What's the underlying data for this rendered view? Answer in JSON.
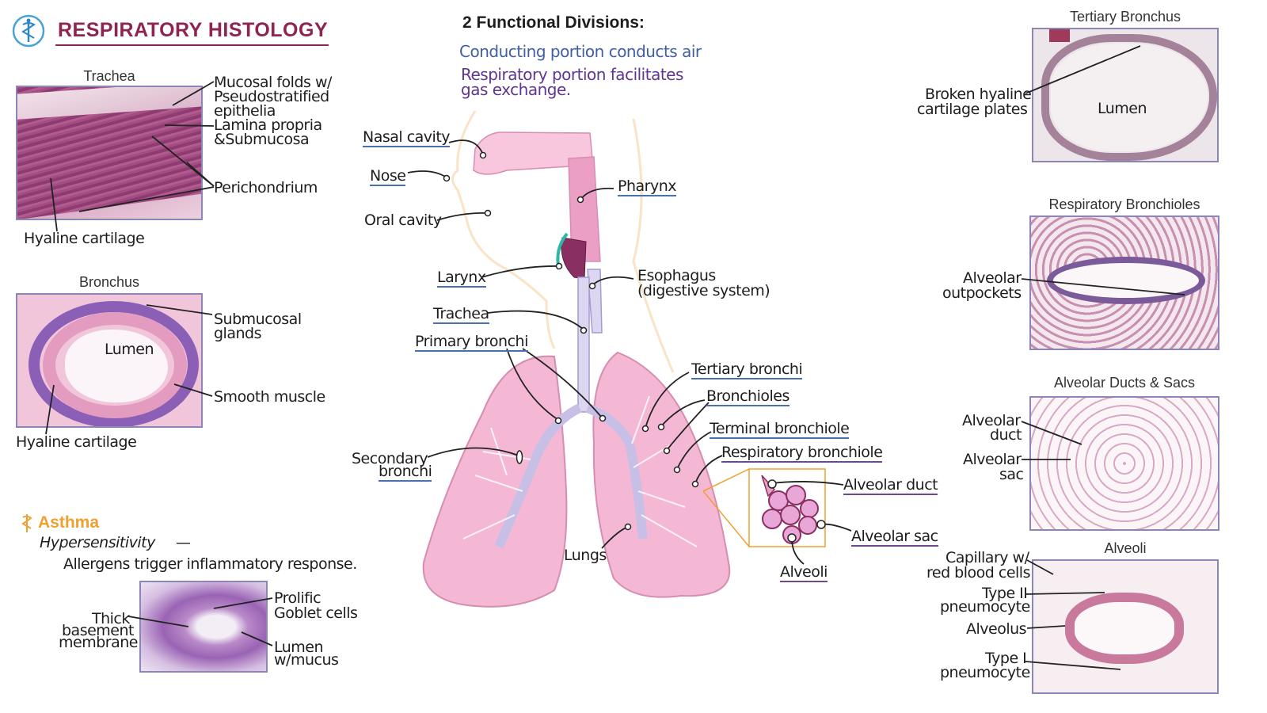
{
  "header": {
    "title": "RESPIRATORY HISTOLOGY",
    "logo_icon": "caduceus-icon"
  },
  "divisions": {
    "title": "2 Functional Divisions:",
    "conducting": "Conducting portion conducts air",
    "respiratory_line1": "Respiratory portion facilitates",
    "respiratory_line2": "gas exchange."
  },
  "trachea_panel": {
    "title": "Trachea",
    "labels": {
      "mucosal1": "Mucosal folds w/",
      "mucosal2": "Pseudostratified",
      "mucosal3": "epithelia",
      "lamina1": "Lamina propria",
      "lamina2": "&Submucosa",
      "perichondrium": "Perichondrium",
      "hyaline": "Hyaline cartilage"
    }
  },
  "bronchus_panel": {
    "title": "Bronchus",
    "lumen": "Lumen",
    "labels": {
      "submucosal1": "Submucosal",
      "submucosal2": "glands",
      "smooth": "Smooth muscle",
      "hyaline": "Hyaline cartilage"
    }
  },
  "asthma": {
    "title": "Asthma",
    "icon": "caduceus-small-icon",
    "hyper": "Hypersensitivity",
    "dash": "—",
    "desc": "Allergens trigger inflammatory response.",
    "labels": {
      "thick1": "Thick",
      "thick2": "basement",
      "thick3": "membrane",
      "prolific1": "Prolific",
      "prolific2": "Goblet cells",
      "lumen1": "Lumen",
      "lumen2": "w/mucus"
    }
  },
  "diagram": {
    "nasal": "Nasal cavity",
    "nose": "Nose",
    "oral": "Oral cavity",
    "pharynx": "Pharynx",
    "larynx": "Larynx",
    "esophagus1": "Esophagus",
    "esophagus2": "(digestive system)",
    "trachea": "Trachea",
    "primary": "Primary bronchi",
    "secondary1": "Secondary",
    "secondary2": "bronchi",
    "tertiary": "Tertiary bronchi",
    "bronchioles": "Bronchioles",
    "terminal": "Terminal bronchiole",
    "respiratory": "Respiratory bronchiole",
    "alv_duct": "Alveolar duct",
    "alv_sac": "Alveolar sac",
    "alveoli": "Alveoli",
    "lungs": "Lungs"
  },
  "right_panels": {
    "tertiary": {
      "title": "Tertiary Bronchus",
      "lumen": "Lumen",
      "label1": "Broken hyaline",
      "label2": "cartilage plates"
    },
    "resp_bronchioles": {
      "title": "Respiratory Bronchioles",
      "label1": "Alveolar",
      "label2": "outpockets"
    },
    "ducts_sacs": {
      "title": "Alveolar Ducts & Sacs",
      "duct1": "Alveolar",
      "duct2": "duct",
      "sac1": "Alveolar",
      "sac2": "sac"
    },
    "alveoli": {
      "title": "Alveoli",
      "cap1": "Capillary w/",
      "cap2": "red blood cells",
      "type2_1": "Type II",
      "type2_2": "pneumocyte",
      "alveolus": "Alveolus",
      "type1_1": "Type I",
      "type1_2": "pneumocyte"
    }
  },
  "colors": {
    "title": "#8e2451",
    "blue_text": "#3f5ea6",
    "purple_text": "#5e3590",
    "asthma": "#f0a030",
    "lung_pink": "#f4b8d4",
    "airway": "#dcd6f0",
    "photo_border": "#8c86b6"
  }
}
